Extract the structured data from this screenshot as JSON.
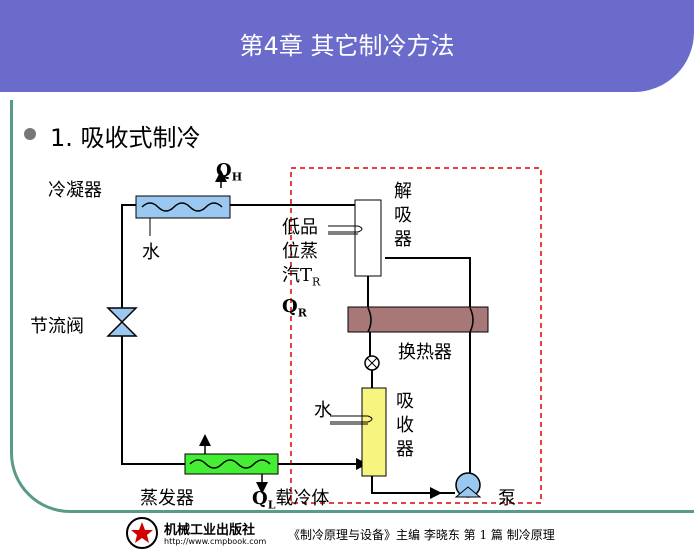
{
  "header": {
    "title": "第4章  其它制冷方法"
  },
  "section": {
    "title": "1. 吸收式制冷"
  },
  "diagram": {
    "condenser_label": "冷凝器",
    "qh": "Q",
    "qh_sub": "H",
    "water_top": "水",
    "throttle_label": "节流阀",
    "evaporator_label": "蒸发器",
    "ql": "Q",
    "ql_sub": "L",
    "coolant_label": "载冷体",
    "generator_label": [
      "解",
      "吸",
      "器"
    ],
    "low_grade_lines": [
      "低品",
      "位蒸",
      "汽T"
    ],
    "tr_sub": "R",
    "qr": "Q",
    "qr_sub": "R",
    "heat_exchanger_label": "换热器",
    "absorber_label": [
      "吸",
      "收",
      "器"
    ],
    "water_mid": "水",
    "pump_label": "泵"
  },
  "footer": {
    "publisher": "机械工业出版社",
    "url": "http://www.cmpbook.com",
    "text": "《制冷原理与设备》主编  李晓东    第 1 篇    制冷原理"
  }
}
